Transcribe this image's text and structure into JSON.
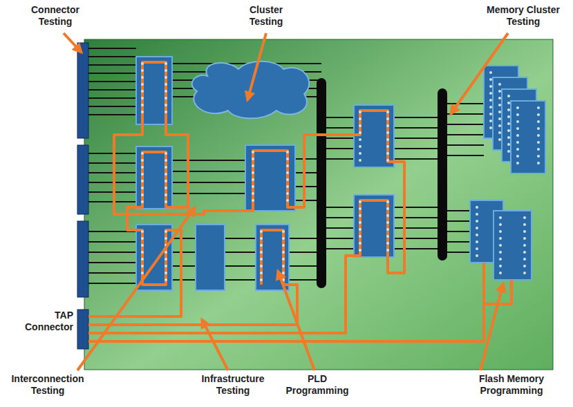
{
  "diagram": {
    "labels": [
      "Connector Testing",
      "Cluster Testing",
      "Memory Cluster Testing",
      "TAP Connector",
      "Interconnection Testing",
      "Infrastructure Testing",
      "PLD Programming",
      "Flash Memory Programming"
    ]
  }
}
